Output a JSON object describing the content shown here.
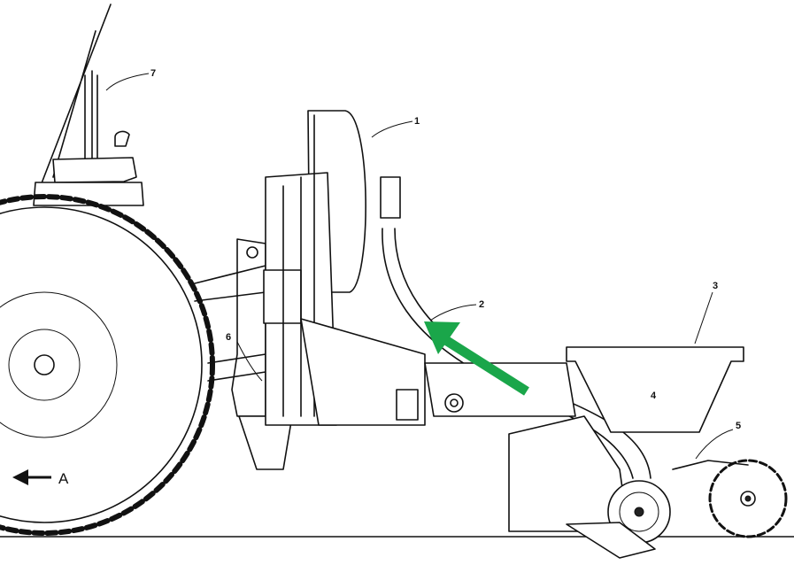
{
  "callouts": {
    "c1": "1",
    "c2": "2",
    "c3": "3",
    "c4": "4",
    "c5": "5",
    "c6": "6",
    "c7": "7"
  },
  "direction": {
    "label": "A"
  },
  "highlight": {
    "color": "#1aa64a"
  }
}
